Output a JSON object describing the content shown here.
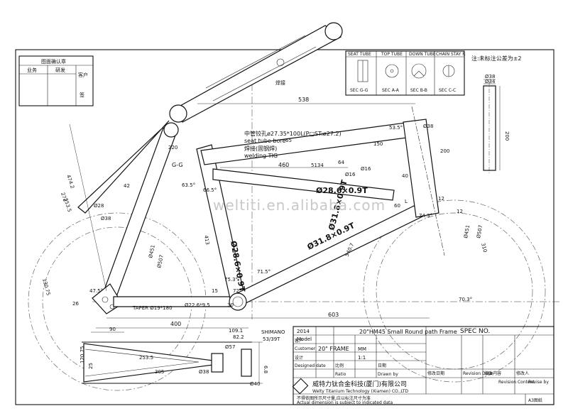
{
  "approval_box": {
    "title": "图面确认章",
    "col_business": "业务",
    "col_rd": "研发",
    "col_right": "客户",
    "col_right2": "签"
  },
  "sections": {
    "seat_tube": "SEAT TUBE",
    "top_tube": "TOP TUBE",
    "down_tube": "DOWN TUBE",
    "chain_stay": "CHAIN STAY R",
    "sec_gg": "SEC G-G",
    "sec_aa": "SEC A-A",
    "sec_bb": "SEC B-B",
    "sec_cc": "SEC C-C"
  },
  "tolerance_note": "注:未标注公差为±2",
  "weld_label": "焊接",
  "notes": {
    "bore_cn": "中管铰孔ø27.35*100L(P□ST:ø27.2)",
    "bore_en": "seat tube bore",
    "weld_cn": "焊接(固钢焊)",
    "weld_en": "welding TIG"
  },
  "dimensions": [
    "538",
    "474.2",
    "272",
    "Ø28",
    "253.5",
    "Ø38",
    "42",
    "220",
    "G-G",
    "63.5°",
    "66.5°",
    "460",
    "5134",
    "65",
    "64",
    "Ø16",
    "Ø16",
    "150",
    "Ø38",
    "53.5°",
    "200",
    "40",
    "60",
    "Ø28.6×0.9T",
    "Ø28.6×0.9T",
    "Ø31.8×0.9T",
    "Ø31.8×0.9T",
    "12",
    "74.3°",
    "L",
    "Ø451",
    "Ø507",
    "310",
    "Ø451",
    "Ø507",
    "71.5°",
    "540.7",
    "413",
    "130.75",
    "47.5°",
    "26",
    "75.3°",
    "72°",
    "70.3°",
    "TAPER Ø19*180",
    "Ø22.6*9.5",
    "30",
    "15",
    "603",
    "400",
    "90",
    "109.1",
    "82.2",
    "SHIMANO",
    "53/39T",
    "Ø57",
    "253.5",
    "305",
    "Ø38",
    "Ø40",
    "120.75",
    "25",
    "6.8",
    "Ø38",
    "Ø34",
    "200",
    "12"
  ],
  "title_block": {
    "model_year": "2014",
    "model_label": "Model",
    "frame_name": "20\"HM45 Small Round path Frame",
    "frame_size": "20\" FRAME",
    "unit": "MM",
    "scale": "1:1",
    "spec": "SPEC NO.",
    "company_cn": "威特力钛合金科技(厦门)有限公司",
    "company_en": "Welty Titanium Technology (Xiamen) CO.,LTD",
    "note_cn": "不得依图所示尺寸量,应以标注尺寸为准",
    "note_en": "Actual dimension is subject to indicated data",
    "row_labels": [
      "客户",
      "Customer",
      "设计",
      "Designed date",
      "比例",
      "Ratio",
      "日期",
      "Drawn by"
    ],
    "rev_headers": [
      "修改日期",
      "Revision Date",
      "修改内容",
      "Revision Content",
      "修改人",
      "Revise by"
    ],
    "corner_code": "A3图纸"
  },
  "watermark": "weltiti.en.alibaba.com"
}
